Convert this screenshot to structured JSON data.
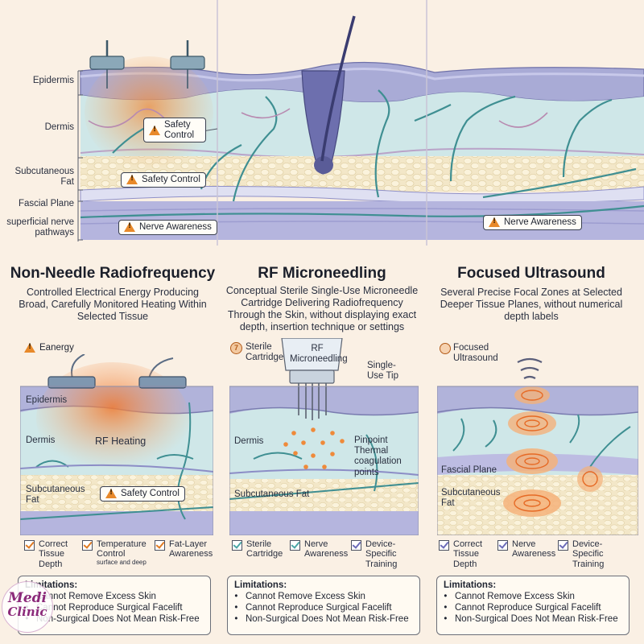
{
  "top_left_labels": {
    "epidermis": "Epidermis",
    "dermis": "Dermis",
    "subcutaneous_fat": "Subcutaneous Fat",
    "fascial_plane": "Fascial Plane",
    "nerve_pathways": "superficial nerve pathways"
  },
  "top_tags": {
    "safety_control_dermis": "Safety Control",
    "safety_control_fat": "Safety Control",
    "nerve_awareness_left": "Nerve Awareness",
    "nerve_awareness_right": "Nerve Awareness"
  },
  "panels": [
    {
      "title": "Non-Needle Radiofrequency",
      "subtitle": "Controlled Electrical Energy Producing Broad, Carefully Monitored Heating Within Selected Tissue",
      "energy_label": "Eanergy",
      "layer_labels": {
        "epidermis": "Epidermis",
        "dermis": "Dermis",
        "heating": "RF Heating",
        "fat": "Subcutaneous Fat",
        "safety": "Safety Control"
      },
      "checks": [
        {
          "label": "Correct Tissue Depth",
          "note": ""
        },
        {
          "label": "Temperature Control",
          "note": "surface and deep"
        },
        {
          "label": "Fat-Layer Awareness",
          "note": ""
        }
      ],
      "limitations_title": "Limitations:",
      "limitations": [
        "Cannot Remove Excess Skin",
        "Cannot Reproduce Surgical Facelift",
        "Non-Surgical Does Not Mean Risk-Free"
      ]
    },
    {
      "title": "RF Microneedling",
      "subtitle": "Conceptual Sterile Single-Use Microneedle Cartridge Delivering Radiofrequency Through the Skin, without displaying exact depth, insertion technique or settings",
      "labels": {
        "cartridge": "Sterile Cartridge",
        "device": "RF Microneedling",
        "tip": "Single-Use Tip",
        "dermis": "Dermis",
        "points": "Pinpoint Thermal coagulation points",
        "fat": "Subcutaneous Fat"
      },
      "checks": [
        {
          "label": "Sterile Cartridge"
        },
        {
          "label": "Nerve Awareness"
        },
        {
          "label": "Device-Specific Training"
        }
      ],
      "limitations_title": "Limitations:",
      "limitations": [
        "Cannot Remove Excess Skin",
        "Cannot Reproduce Surgical Facelift",
        "Non-Surgical Does Not Mean Risk-Free"
      ]
    },
    {
      "title": "Focused Ultrasound",
      "subtitle": "Several Precise Focal Zones at Selected Deeper Tissue Planes, without numerical depth labels",
      "labels": {
        "fus": "Focused Ultrasound",
        "fascial": "Fascial Plane",
        "fat": "Subcutaneous Fat"
      },
      "checks": [
        {
          "label": "Correct Tissue Depth"
        },
        {
          "label": "Nerve Awareness"
        },
        {
          "label": "Device-Specific Training"
        }
      ],
      "limitations_title": "Limitations:",
      "limitations": [
        "Cannot Remove Excess Skin",
        "Cannot Reproduce Surgical Facelift",
        "Non-Surgical Does Not Mean Risk-Free"
      ]
    }
  ],
  "logo": {
    "line1": "Medi",
    "line2": "Clinic"
  },
  "colors": {
    "background": "#faf0e4",
    "accent_orange": "#e8892a",
    "epidermis": "#a9abd6",
    "dermis": "#cfe7e8",
    "fat": "#f2e6c8",
    "fascia": "#a8a8d8",
    "nerve": "#3f8f92",
    "logo": "#8b2a7a"
  }
}
